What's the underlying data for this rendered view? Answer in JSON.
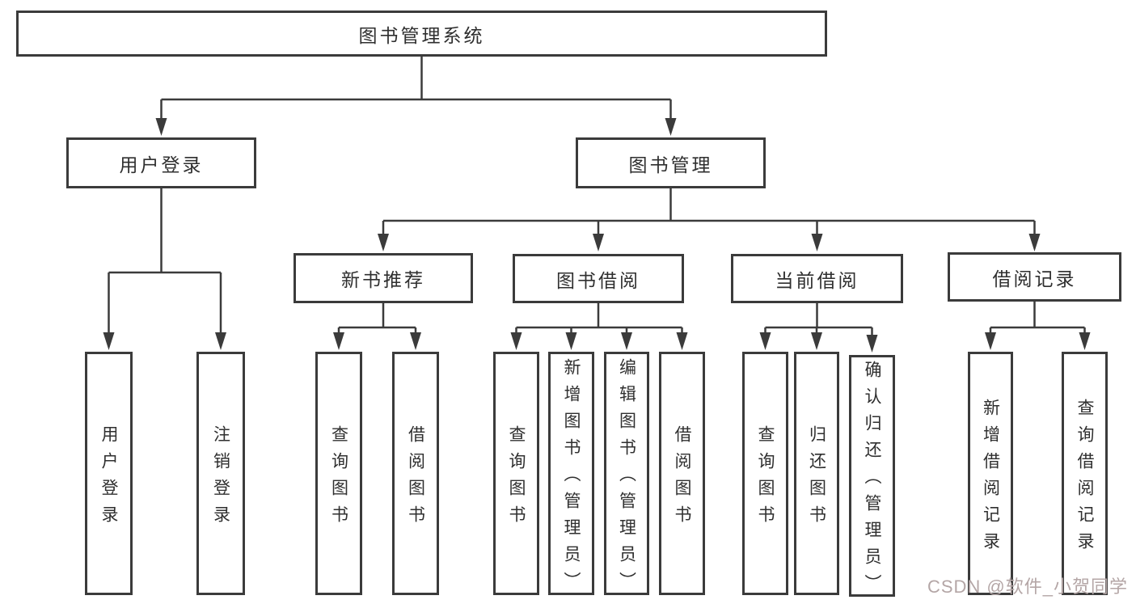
{
  "diagram": {
    "title": "图书管理系统",
    "level1": {
      "user_login": "用户登录",
      "book_mgmt": "图书管理"
    },
    "level2": {
      "new_books": "新书推荐",
      "book_borrow": "图书借阅",
      "current_borrow": "当前借阅",
      "borrow_records": "借阅记录"
    },
    "leaves": {
      "ul_login": "用户登录",
      "ul_logout": "注销登录",
      "nb_query": "查询图书",
      "nb_borrow": "借阅图书",
      "bw_query": "查询图书",
      "bw_add": "新增图书（管理员）",
      "bw_edit": "编辑图书（管理员）",
      "bw_borrow": "借阅图书",
      "cu_query": "查询图书",
      "cu_return": "归还图书",
      "cu_confirm": "确认归还（管理员）",
      "rc_add": "新增借阅记录",
      "rc_query": "查询借阅记录"
    },
    "line_color": "#3b3b3b"
  },
  "watermark": "CSDN @软件_小贺同学"
}
